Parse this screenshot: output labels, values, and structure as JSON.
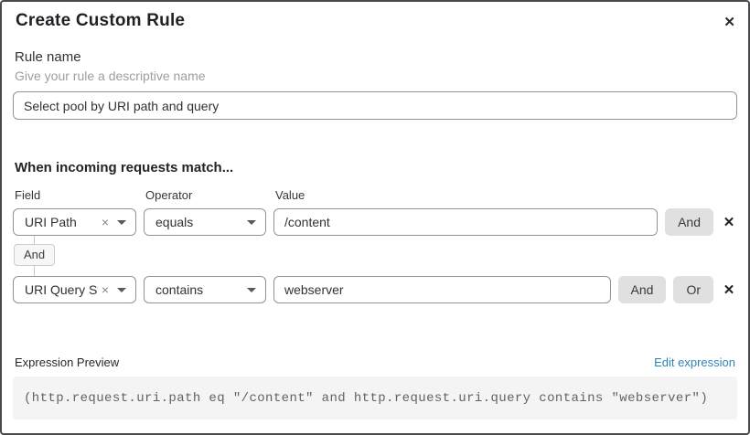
{
  "dialog": {
    "title": "Create Custom Rule",
    "close_icon": "✕"
  },
  "rule_name": {
    "label": "Rule name",
    "hint": "Give your rule a descriptive name",
    "value": "Select pool by URI path and query"
  },
  "matcher": {
    "heading": "When incoming requests match...",
    "columns": {
      "field": "Field",
      "operator": "Operator",
      "value": "Value"
    },
    "group_connector": "And",
    "rows": [
      {
        "field": "URI Path",
        "operator": "equals",
        "value": "/content",
        "clear_icon": "×",
        "and_button": "And",
        "remove_icon": "✕"
      },
      {
        "field": "URI Query St...",
        "operator": "contains",
        "value": "webserver",
        "clear_icon": "×",
        "and_button": "And",
        "or_button": "Or",
        "remove_icon": "✕"
      }
    ]
  },
  "expression": {
    "label": "Expression Preview",
    "edit_link": "Edit expression",
    "preview": "(http.request.uri.path eq \"/content\" and http.request.uri.query contains \"webserver\")"
  },
  "colors": {
    "link_blue": "#2f84b5",
    "modal_border": "#4a4a4d",
    "input_border": "#8f949a",
    "logic_button_bg": "#e0e0e1",
    "code_background": "#f4f4f5",
    "hint_gray": "#9b9ea3"
  }
}
